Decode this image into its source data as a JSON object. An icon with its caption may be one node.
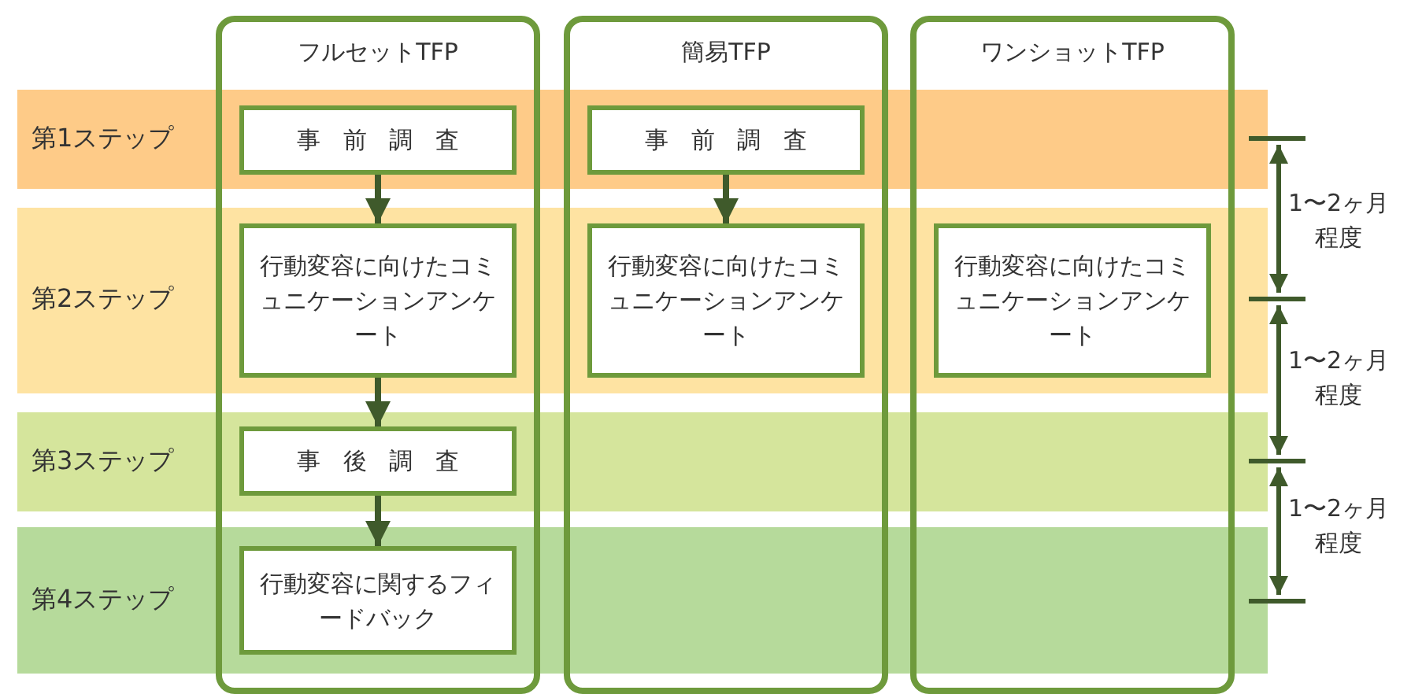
{
  "diagram": {
    "nodes": [
      {
        "text": [
          "フルセットTFP"
        ]
      },
      {
        "text": [
          "簡易TFP"
        ]
      },
      {
        "text": [
          "ワンショットTFP"
        ]
      },
      {
        "text": [
          "事前調査"
        ],
        "in": 0
      },
      {
        "text": [
          "行動変容に向けたコミュニケーションアンケート"
        ],
        "in": 0
      },
      {
        "text": [
          "事後調査"
        ],
        "in": 0
      },
      {
        "text": [
          "行動変容に関するフィードバック"
        ],
        "in": 0
      },
      {
        "text": [
          "事前調査"
        ],
        "in": 1
      },
      {
        "text": [
          "行動変容に向けたコミュニケーションアンケート"
        ],
        "in": 1
      },
      {
        "text": [
          "行動変容に向けたコミュニケーションアンケート"
        ],
        "in": 2
      }
    ],
    "edges": [
      {
        "from": 3,
        "to": 4,
        "arrow": "to"
      },
      {
        "from": 4,
        "to": 5,
        "arrow": "to"
      },
      {
        "from": 5,
        "to": 6,
        "arrow": "to"
      },
      {
        "from": 7,
        "to": 8,
        "arrow": "to"
      }
    ],
    "labels": [
      "第1ステップ",
      "第2ステップ",
      "第3ステップ",
      "第4ステップ",
      "1〜2ヶ月程度",
      "1〜2ヶ月程度",
      "1〜2ヶ月程度"
    ]
  }
}
